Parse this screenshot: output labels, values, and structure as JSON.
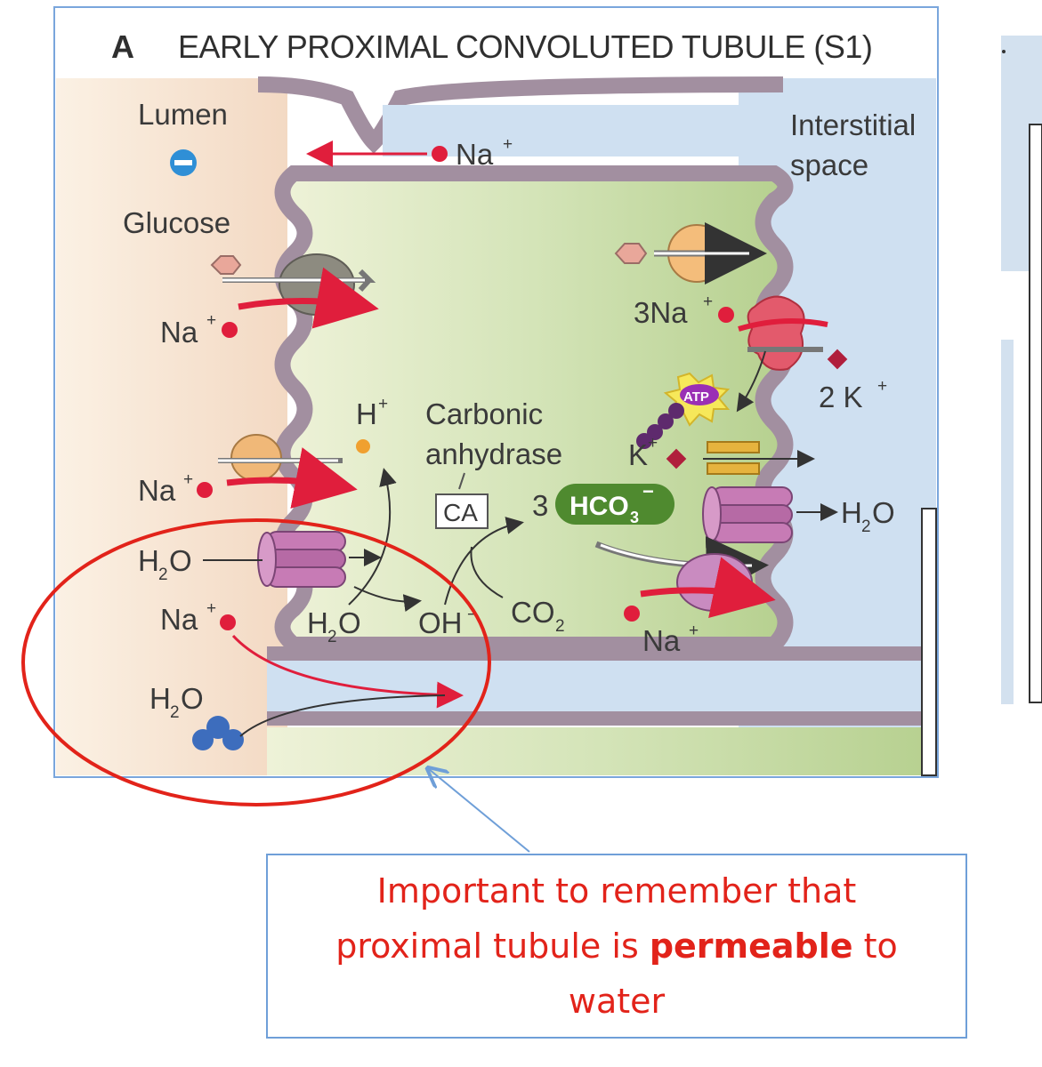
{
  "figure": {
    "panel_letter": "A",
    "title": "EARLY PROXIMAL CONVOLUTED TUBULE (S1)",
    "labels": {
      "lumen": "Lumen",
      "interstitial_line1": "Interstitial",
      "interstitial_line2": "space",
      "glucose": "Glucose",
      "na": "Na",
      "plus": "+",
      "three_na": "3Na",
      "two_k": "2 K",
      "k": "K",
      "h": "H",
      "h2o_h": "H",
      "h2o_sub": "2",
      "h2o_o": "O",
      "oh": "OH",
      "minus": "−",
      "co2_c": "CO",
      "co2_sub": "2",
      "carbonic_line1": "Carbonic",
      "carbonic_line2": "anhydrase",
      "ca": "CA",
      "three": "3",
      "hco3": "HCO",
      "hco3_sub": "3",
      "atp": "ATP"
    }
  },
  "callout": {
    "line1": "Important to remember that",
    "line2_before": "proximal tubule is ",
    "line2_bold": "permeable",
    "line2_after": " to",
    "line3": "water"
  },
  "colors": {
    "membrane": "#a28fa0",
    "cell": "#c6dba3",
    "lumen": "#f6dfc8",
    "interstitium": "#cfe0f1",
    "sodium": "#e01e3c",
    "callout_text": "#e2231a",
    "frame": "#7aa6dc",
    "hco3_pill": "#4f8a2f"
  }
}
